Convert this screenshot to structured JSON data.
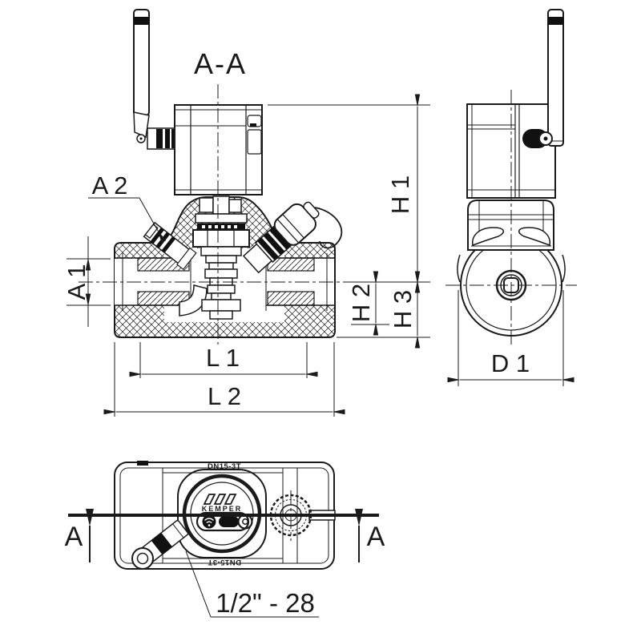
{
  "colors": {
    "background": "#ffffff",
    "line": "#1a1a1a"
  },
  "front_view": {
    "title": "A-A",
    "dims": {
      "a1": "A 1",
      "a2": "A 2",
      "h1": "H 1",
      "h2": "H 2",
      "h3": "H 3",
      "l1": "L 1",
      "l2": "L 2"
    }
  },
  "side_view": {
    "dims": {
      "d1": "D 1"
    }
  },
  "bottom_view": {
    "marking_top": "DN15-3T",
    "marking_bottom": "DN15-3T",
    "brand": "KEMPER",
    "section_label_left": "A",
    "section_label_right": "A",
    "thread_callout": "1/2\" - 28"
  }
}
